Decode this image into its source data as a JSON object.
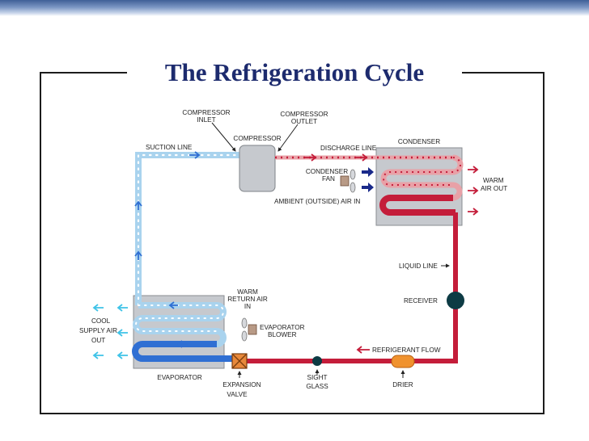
{
  "title": "The Refrigeration Cycle",
  "labels": {
    "compressor_inlet": [
      "COMPRESSOR",
      "INLET"
    ],
    "compressor_outlet": [
      "COMPRESSOR",
      "OUTLET"
    ],
    "compressor": "COMPRESSOR",
    "suction_line": "SUCTION LINE",
    "discharge_line": "DISCHARGE LINE",
    "condenser": "CONDENSER",
    "condenser_fan": [
      "CONDENSER",
      "FAN"
    ],
    "ambient_air_in": "AMBIENT (OUTSIDE) AIR IN",
    "warm_air_out": [
      "WARM",
      "AIR OUT"
    ],
    "liquid_line": "LIQUID LINE",
    "receiver": "RECEIVER",
    "refrigerant_flow": "REFRIGERANT FLOW",
    "drier": "DRIER",
    "sight_glass": [
      "SIGHT",
      "GLASS"
    ],
    "expansion_valve": [
      "EXPANSION",
      "VALVE"
    ],
    "evaporator": "EVAPORATOR",
    "warm_return_air_in": [
      "WARM",
      "RETURN AIR",
      "IN"
    ],
    "evaporator_blower": [
      "EVAPORATOR",
      "BLOWER"
    ],
    "cool_supply_air_out": [
      "COOL",
      "SUPPLY AIR",
      "OUT"
    ]
  },
  "colors": {
    "title": "#1d2b6e",
    "hot_line": "#c41d3a",
    "cold_line": "#2f6fd3",
    "vapor_line": "#a9d3ee",
    "component_fill": "#c6c9ce",
    "receiver_fill": "#0d3b44",
    "drier_fill": "#f0922e",
    "expansion_valve_fill": "#e8883a",
    "ambient_arrow": "#1a2a8a",
    "cool_arrow": "#3fc3e8"
  }
}
